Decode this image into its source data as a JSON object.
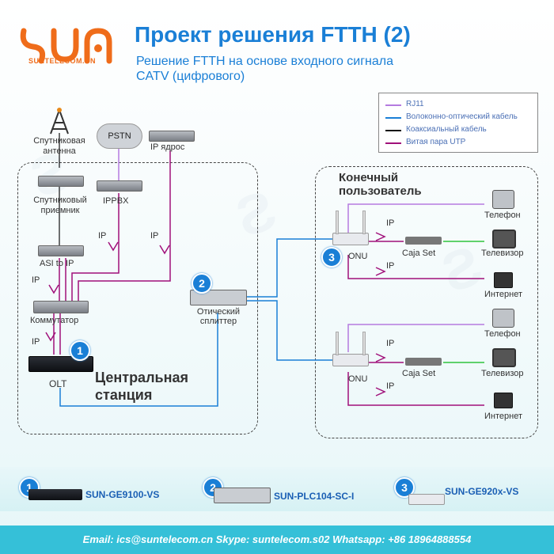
{
  "brand": {
    "site": "SUNTELECOM.CN"
  },
  "header": {
    "title": "Проект решения FTTH (2)",
    "subtitle": "Решение FTTH на основе входного сигнала CATV (цифрового)"
  },
  "legend": [
    {
      "label": "RJ11",
      "color": "#b57be0"
    },
    {
      "label": "Волоконно-оптический кабель",
      "color": "#1a7fd6"
    },
    {
      "label": "Коаксиальный кабель",
      "color": "#111111"
    },
    {
      "label": "Витая пара UTP",
      "color": "#a0107a"
    }
  ],
  "central": {
    "antenna": "Спутниковая антенна",
    "pstn": "PSTN",
    "ip_source": "IP ядрос",
    "receiver": "Спутниковый приемник",
    "ippbx": "IPPBX",
    "asi": "ASI to IP",
    "switch": "Коммутатор",
    "olt": "OLT",
    "section_title": "Центральная станция",
    "ip": "IP"
  },
  "splitter": {
    "label": "Отический сплиттер"
  },
  "end_user": {
    "section_title": "Конечный пользователь",
    "onu": "ONU",
    "caja": "Caja Set",
    "phone": "Телефон",
    "tv": "Телевизор",
    "internet": "Интернет",
    "ip": "IP"
  },
  "badges": [
    "1",
    "2",
    "3"
  ],
  "products": [
    {
      "num": "1",
      "name": "SUN-GE9100-VS"
    },
    {
      "num": "2",
      "name": "SUN-PLC104-SC-I"
    },
    {
      "num": "3",
      "name": "SUN-GE920x-VS"
    }
  ],
  "footer": {
    "text": "Email: ics@suntelecom.cn   Skype: suntelecom.s02   Whatsapp: +86 18964888554"
  }
}
